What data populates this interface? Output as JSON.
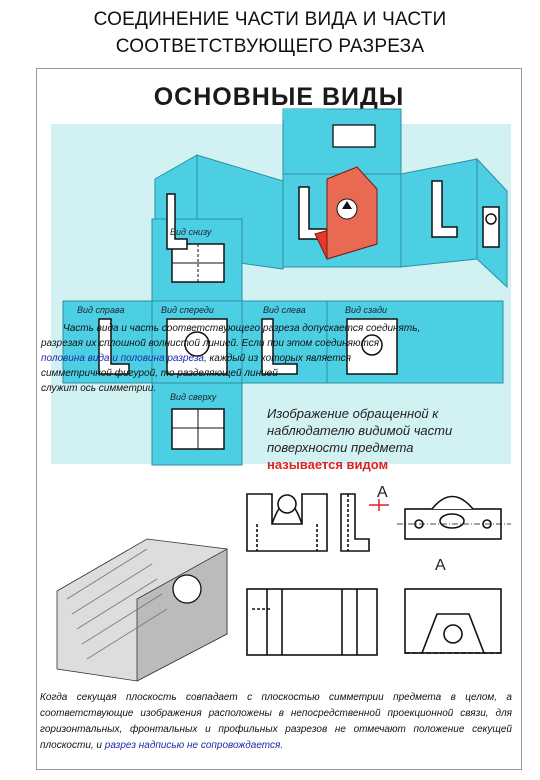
{
  "header": {
    "line1": "СОЕДИНЕНИЕ ЧАСТИ ВИДА И ЧАСТИ",
    "line2": "СООТВЕТСТВУЮЩЕГО РАЗРЕЗА"
  },
  "poster": {
    "title": "ОСНОВНЫЕ  ВИДЫ",
    "views": {
      "bottom": "Вид снизу",
      "right": "Вид справа",
      "front": "Вид спереди",
      "left": "Вид слева",
      "back": "Вид сзади",
      "top": "Вид сверху"
    },
    "overlay": {
      "line1": "Часть вида и часть соответствующего разреза допускается соединять,",
      "line2": "разрезая их сплошной волнистой линией.  Если при этом соединяются",
      "line3_a": "половина вида и половина разреза,",
      "line3_b": " каждый из которых является",
      "line4": "симметричной  фигурой,                              то разделяющей линией",
      "line5": "служит  ось симметрии."
    },
    "description": {
      "text": "Изображение обращенной к наблюдателю видимой части поверхности предмета",
      "highlight": "называется видом"
    },
    "arrow_label": "А",
    "view_label": "А"
  },
  "footer": {
    "text": "Когда секущая плоскость совпадает с плоскостью симметрии предмета в целом, а соответствующие изображения расположены в непосредственной проекционной связи, для горизонтальных, фронтальных и профильных разрезов не отмечают положение секущей плоскости, и ",
    "blue_part": "разрез надписью не сопровождается."
  },
  "colors": {
    "cyan_panel": "#4ccfe3",
    "cyan_bg": "#d2f1f3",
    "accent_red": "#d22222",
    "link_blue": "#1c2aa8"
  }
}
